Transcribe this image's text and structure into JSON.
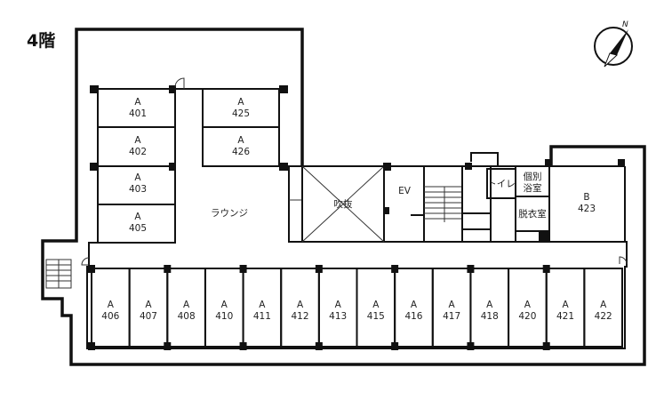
{
  "floor_label": "4階",
  "compass_label": "N",
  "upper_rooms": [
    {
      "type": "A",
      "number": "401"
    },
    {
      "type": "A",
      "number": "402"
    },
    {
      "type": "A",
      "number": "403"
    },
    {
      "type": "A",
      "number": "405"
    },
    {
      "type": "A",
      "number": "425"
    },
    {
      "type": "A",
      "number": "426"
    }
  ],
  "lower_rooms": [
    {
      "type": "A",
      "number": "406"
    },
    {
      "type": "A",
      "number": "407"
    },
    {
      "type": "A",
      "number": "408"
    },
    {
      "type": "A",
      "number": "410"
    },
    {
      "type": "A",
      "number": "411"
    },
    {
      "type": "A",
      "number": "412"
    },
    {
      "type": "A",
      "number": "413"
    },
    {
      "type": "A",
      "number": "415"
    },
    {
      "type": "A",
      "number": "416"
    },
    {
      "type": "A",
      "number": "417"
    },
    {
      "type": "A",
      "number": "418"
    },
    {
      "type": "A",
      "number": "420"
    },
    {
      "type": "A",
      "number": "421"
    },
    {
      "type": "A",
      "number": "422"
    }
  ],
  "room_b": {
    "type": "B",
    "number": "423"
  },
  "areas": {
    "lounge": "ラウンジ",
    "atrium": "吹抜",
    "elevator": "EV",
    "toilet": "トイレ",
    "bath_line1": "個別",
    "bath_line2": "浴室",
    "dressing": "脱衣室"
  }
}
